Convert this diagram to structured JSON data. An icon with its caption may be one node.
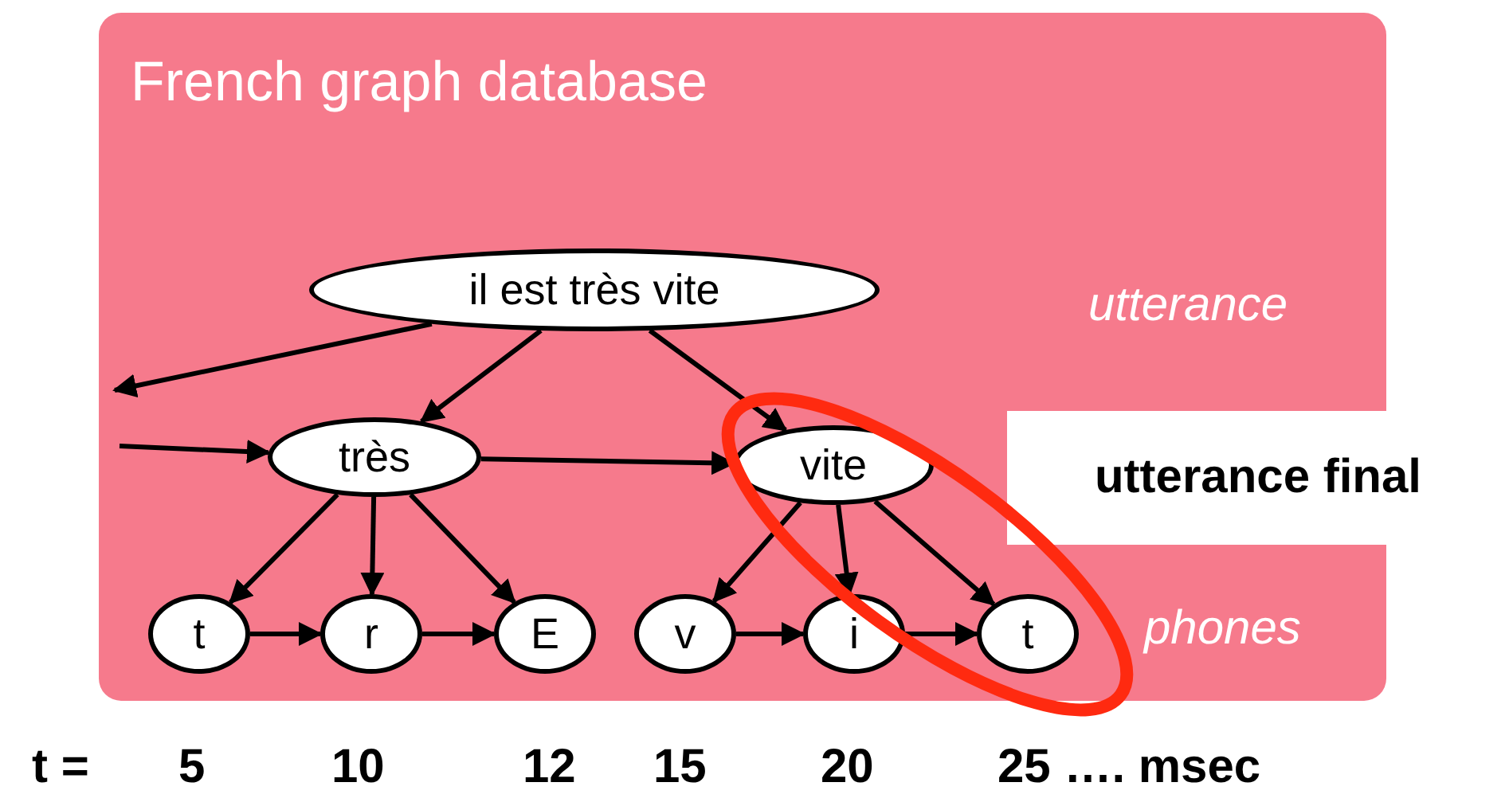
{
  "diagram": {
    "nodes": [
      {
        "text": [
          "French graph database"
        ]
      },
      {
        "text": [
          "il est très vite"
        ],
        "in": 0
      },
      {
        "text": [
          "très"
        ],
        "in": 0
      },
      {
        "text": [
          "vite"
        ],
        "in": 0
      },
      {
        "text": [
          "t"
        ],
        "in": 0
      },
      {
        "text": [
          "r"
        ],
        "in": 0
      },
      {
        "text": [
          "E"
        ],
        "in": 0
      },
      {
        "text": [
          "v"
        ],
        "in": 0
      },
      {
        "text": [
          "i"
        ],
        "in": 0
      },
      {
        "text": [
          "t"
        ],
        "in": 0
      },
      {
        "text": [
          "utterance final"
        ]
      }
    ],
    "edges": [
      {
        "from": 1,
        "to": null,
        "arrow": "to"
      },
      {
        "from": null,
        "to": 2,
        "arrow": "to"
      },
      {
        "from": 1,
        "to": 2,
        "arrow": "to"
      },
      {
        "from": 1,
        "to": 3,
        "arrow": "to"
      },
      {
        "from": 2,
        "to": 3,
        "arrow": "to"
      },
      {
        "from": 2,
        "to": 4,
        "arrow": "to"
      },
      {
        "from": 2,
        "to": 5,
        "arrow": "to"
      },
      {
        "from": 2,
        "to": 6,
        "arrow": "to"
      },
      {
        "from": 4,
        "to": 5,
        "arrow": "to"
      },
      {
        "from": 5,
        "to": 6,
        "arrow": "to"
      },
      {
        "from": 3,
        "to": 7,
        "arrow": "to"
      },
      {
        "from": 3,
        "to": 8,
        "arrow": "to"
      },
      {
        "from": 3,
        "to": 9,
        "arrow": "to"
      },
      {
        "from": 7,
        "to": 8,
        "arrow": "to"
      },
      {
        "from": 8,
        "to": 9,
        "arrow": "to"
      }
    ],
    "labels": [
      "utterance",
      "phones",
      "t =",
      "5",
      "10",
      "12",
      "15",
      "20",
      "25 …. msec"
    ]
  }
}
